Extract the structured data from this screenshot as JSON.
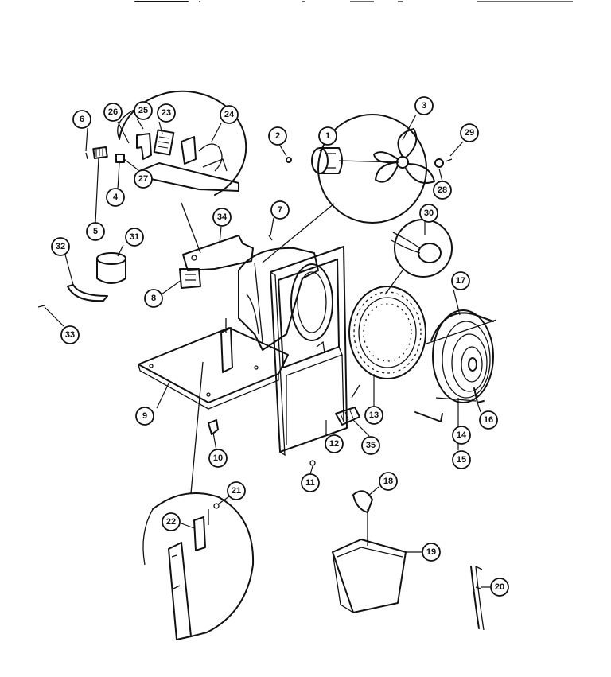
{
  "diagram": {
    "callouts": [
      "1",
      "2",
      "3",
      "4",
      "5",
      "6",
      "7",
      "8",
      "9",
      "10",
      "11",
      "12",
      "13",
      "14",
      "15",
      "16",
      "17",
      "18",
      "19",
      "20",
      "21",
      "22",
      "23",
      "24",
      "25",
      "26",
      "27",
      "28",
      "29",
      "30",
      "31",
      "32",
      "33",
      "34",
      "35"
    ]
  }
}
